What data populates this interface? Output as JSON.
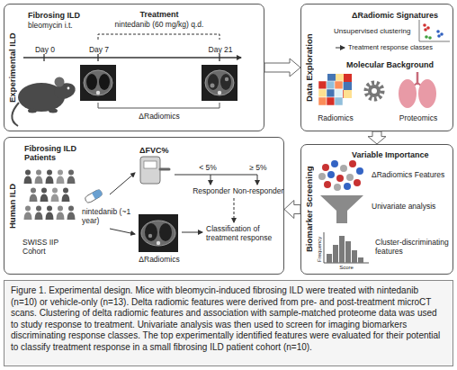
{
  "diagram": {
    "caption": "Figure 1. Experimental design. Mice with bleomycin-induced fibrosing ILD were treated with nintedanib (n=10) or vehicle-only (n=13). Delta radiomic features were derived from pre- and post-treatment microCT scans. Clustering of delta radiomic features and association with sample-matched proteome data was used to study response to treatment. Univariate analysis was then used to screen for imaging biomarkers discriminating response classes. The top experimentally identified features were evaluated for their potential to classify treatment response in a small fibrosing ILD patient cohort (n=10).",
    "nodes": [
      {
        "text": [
          "Experimental ILD",
          "Fibrosing ILD",
          "bleomycin i.t.",
          "Treatment",
          "nintedanib (60 mg/kg) q.d.",
          "Day 0",
          "Day 7",
          "Day 21",
          "ΔRadiomics"
        ]
      },
      {
        "text": [
          "Data Exploration",
          "ΔRadiomic Signatures",
          "Unsupervised clustering",
          "Treatment response classes",
          "Molecular Background",
          "Radiomics",
          "Proteomics"
        ]
      },
      {
        "text": [
          "Biomarker Screening",
          "Variable Importance",
          "ΔRadiomics Features",
          "Univariate analysis",
          "Cluster-discriminating features",
          "Frequency",
          "Score"
        ]
      },
      {
        "text": [
          "Human ILD",
          "Fibrosing ILD Patients",
          "SWISS IIP Cohort",
          "nintedanib (~1 year)",
          "ΔFVC%",
          "< 5%",
          "≥ 5%",
          "Responder",
          "Non-responder",
          "ΔRadiomics",
          "Classification of treatment response"
        ]
      }
    ],
    "edges": [
      {
        "from": 0,
        "to": 1,
        "arrow": "to"
      },
      {
        "from": 1,
        "to": 2,
        "arrow": "to"
      },
      {
        "from": 2,
        "to": 3,
        "arrow": "to"
      }
    ]
  }
}
